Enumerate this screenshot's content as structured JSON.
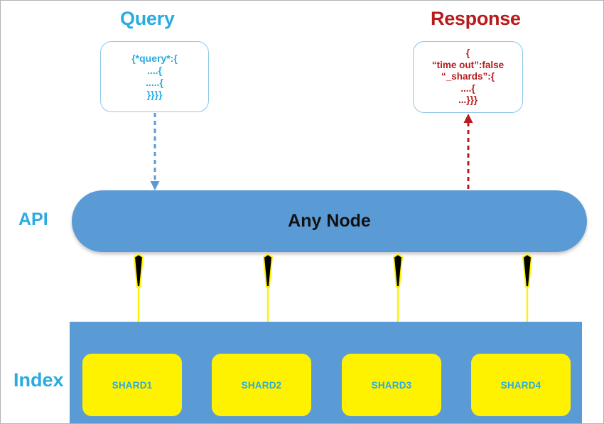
{
  "diagram": {
    "query": {
      "title": "Query",
      "accent_color": "#29ABE2",
      "box_border_color": "#8CC8E8",
      "code_lines": [
        "{*query*:{",
        "....{",
        ".....{",
        "}}}}"
      ],
      "arrow": {
        "name": "query-dashed-arrow",
        "color": "#5B9BD5",
        "direction": "down"
      }
    },
    "response": {
      "title": "Response",
      "accent_color": "#B81B1B",
      "box_border_color": "#8CC8E8",
      "code_lines": [
        "{",
        "“time out”:false",
        "“_shards”:{",
        "....{",
        "...}}}"
      ],
      "arrow": {
        "name": "response-dashed-arrow",
        "color": "#B81B1B",
        "direction": "up"
      }
    },
    "api": {
      "label": "API",
      "label_color": "#29ABE2",
      "node_label": "Any Node",
      "node_fill": "#5B9BD5",
      "node_text_color": "#111111"
    },
    "index": {
      "label": "Index",
      "label_color": "#29ABE2",
      "band_fill": "#5B9BD5",
      "shard_fill": "#FFF200",
      "shard_text_color": "#29ABE2",
      "shards": [
        {
          "label": "SHARD1"
        },
        {
          "label": "SHARD2"
        },
        {
          "label": "SHARD3"
        },
        {
          "label": "SHARD4"
        }
      ]
    },
    "connectors": {
      "shard_arrow_color": "#FFF200",
      "shard_arrow_head_color": "#000000",
      "shard_arrow_style": "double-headed"
    }
  }
}
